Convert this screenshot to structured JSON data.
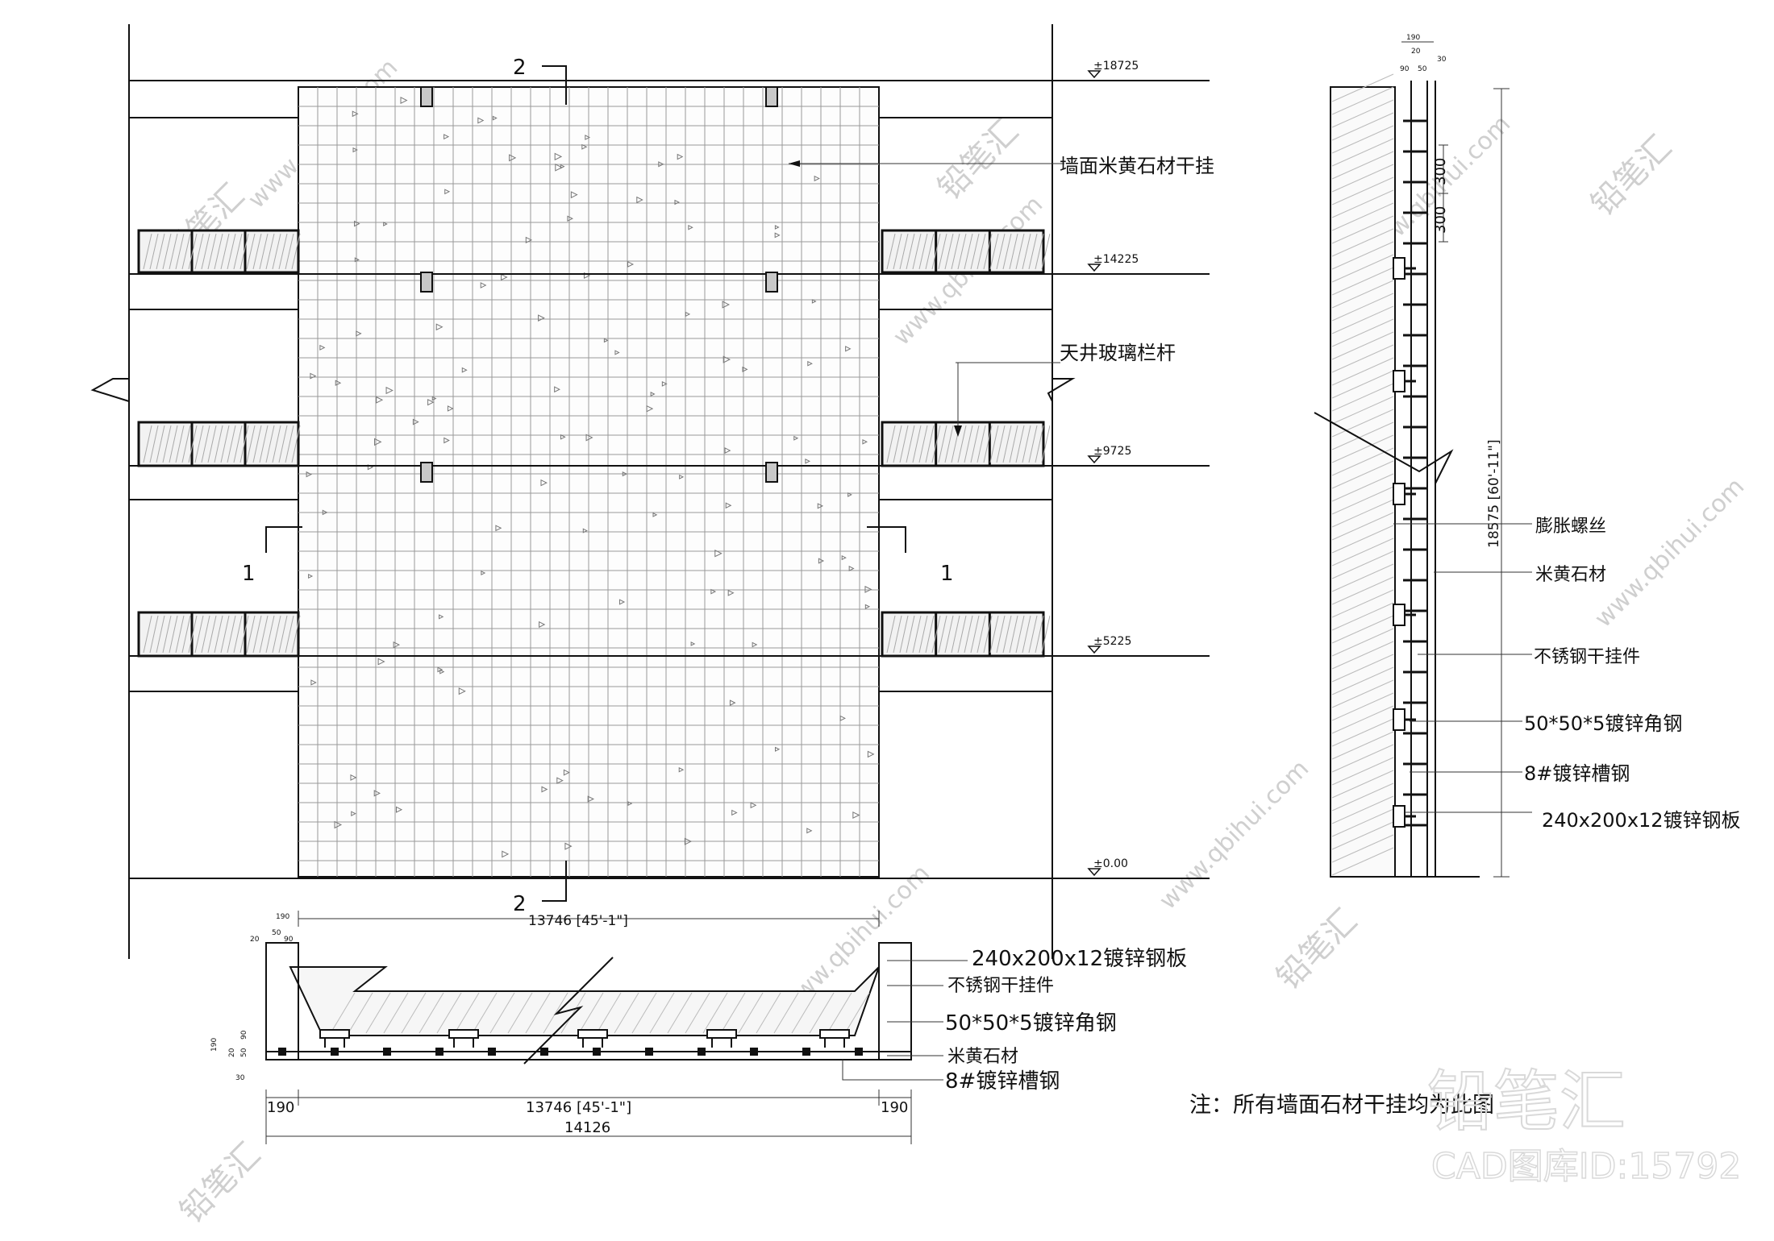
{
  "elevation": {
    "levels": [
      "±18725",
      "±14225",
      "±9725",
      "±5225",
      "±0.00"
    ],
    "section_markers": {
      "top": "2",
      "bottom": "2",
      "left": "1",
      "right": "1"
    },
    "labels": {
      "stone_wall": "墙面米黄石材干挂",
      "glass_railing": "天井玻璃栏杆"
    },
    "width_dim": "13746 [45'-1\"]"
  },
  "section": {
    "small_dims": [
      "190",
      "20",
      "90",
      "50",
      "30",
      "300",
      "300"
    ],
    "height_dim": "18575 [60'-11\"]",
    "labels": [
      "膨胀螺丝",
      "米黄石材",
      "不锈钢干挂件",
      "50*50*5镀锌角钢",
      "8#镀锌槽钢",
      "240x200x12镀锌钢板"
    ]
  },
  "plan": {
    "labels": [
      "240x200x12镀锌钢板",
      "不锈钢干挂件",
      "50*50*5镀锌角钢",
      "米黄石材",
      "8#镀锌槽钢"
    ],
    "dims": {
      "left": "190",
      "middle": "13746 [45'-1\"]",
      "right": "190",
      "total": "14126"
    },
    "small_dims": [
      "190",
      "20",
      "50",
      "90",
      "30",
      "190",
      "20",
      "50",
      "90"
    ]
  },
  "note": "注：所有墙面石材干挂均为此图",
  "watermark": {
    "site": "www.qbihui.com",
    "brand": "铅笔汇",
    "id": "CAD图库ID:15792"
  }
}
